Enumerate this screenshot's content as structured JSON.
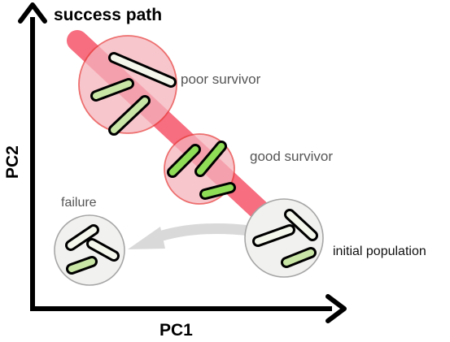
{
  "axes": {
    "x_label": "PC1",
    "y_label": "PC2"
  },
  "labels": {
    "success_path": "success path",
    "poor_survivor": "poor survivor",
    "good_survivor": "good survivor",
    "initial_population": "initial population",
    "failure": "failure"
  },
  "colors": {
    "path": "#f5556b",
    "red_circle_fill": "#f5b3bc",
    "red_circle_stroke": "#e8403f",
    "grey_circle_fill": "#f1f1ef",
    "grey_circle_stroke": "#a6a6a6",
    "failure_arrow": "#d9d9d9",
    "cell_pale": "#f4f8ec",
    "cell_light_green": "#c9e6a6",
    "cell_green": "#8fdc57"
  }
}
